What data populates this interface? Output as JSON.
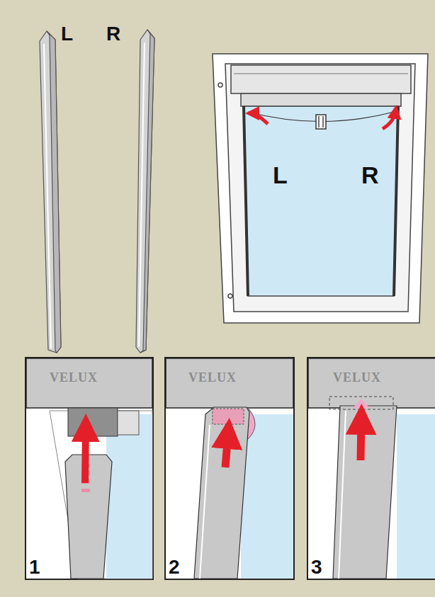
{
  "diagram": {
    "labels": [
      "L",
      "R",
      "L",
      "R",
      "VELUX",
      "VELUX",
      "VELUX",
      "1",
      "2",
      "3"
    ]
  }
}
